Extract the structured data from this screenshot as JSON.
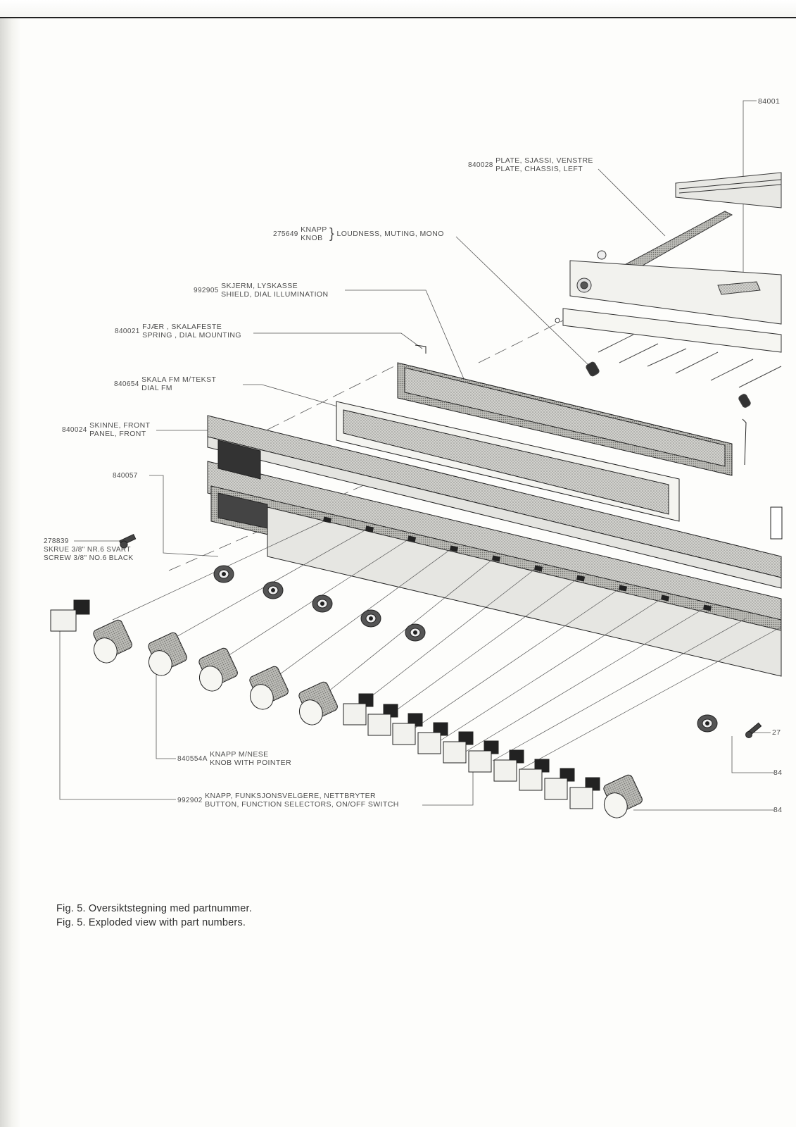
{
  "labels": {
    "l840028": {
      "num": "840028",
      "line1": "PLATE, SJASSI, VENSTRE",
      "line2": "PLATE, CHASSIS, LEFT"
    },
    "l275649": {
      "num": "275649",
      "line1": "KNAPP",
      "line2": "KNOB",
      "desc": "LOUDNESS, MUTING, MONO"
    },
    "l992905": {
      "num": "992905",
      "line1": "SKJERM,   LYSKASSE",
      "line2": "SHIELD, DIAL ILLUMINATION"
    },
    "l840021": {
      "num": "840021",
      "line1": "FJÆR ,  SKALAFESTE",
      "line2": "SPRING ,  DIAL MOUNTING"
    },
    "l840654": {
      "num": "840654",
      "line1": "SKALA FM   M/TEKST",
      "line2": "DIAL  FM"
    },
    "l840024": {
      "num": "840024",
      "line1": "SKINNE, FRONT",
      "line2": "PANEL, FRONT"
    },
    "l840057": {
      "num": "840057"
    },
    "l278839": {
      "num": "278839",
      "line1": "SKRUE 3/8\" NR.6 SVART",
      "line2": "SCREW 3/8\" NO.6 BLACK"
    },
    "l840554A": {
      "num": "840554A",
      "line1": "KNAPP   M/NESE",
      "line2": "KNOB   WITH  POINTER"
    },
    "l992902": {
      "num": "992902",
      "line1": "KNAPP, FUNKSJONSVELGERE, NETTBRYTER",
      "line2": "BUTTON, FUNCTION  SELECTORS,  ON/OFF SWITCH"
    },
    "edge_top": "84001",
    "edge_27": "27",
    "edge_84a": "84",
    "edge_84b": "84"
  },
  "caption": {
    "line1": "Fig. 5.  Oversiktstegning med partnummer.",
    "line2": "Fig. 5.  Exploded view with part numbers."
  }
}
